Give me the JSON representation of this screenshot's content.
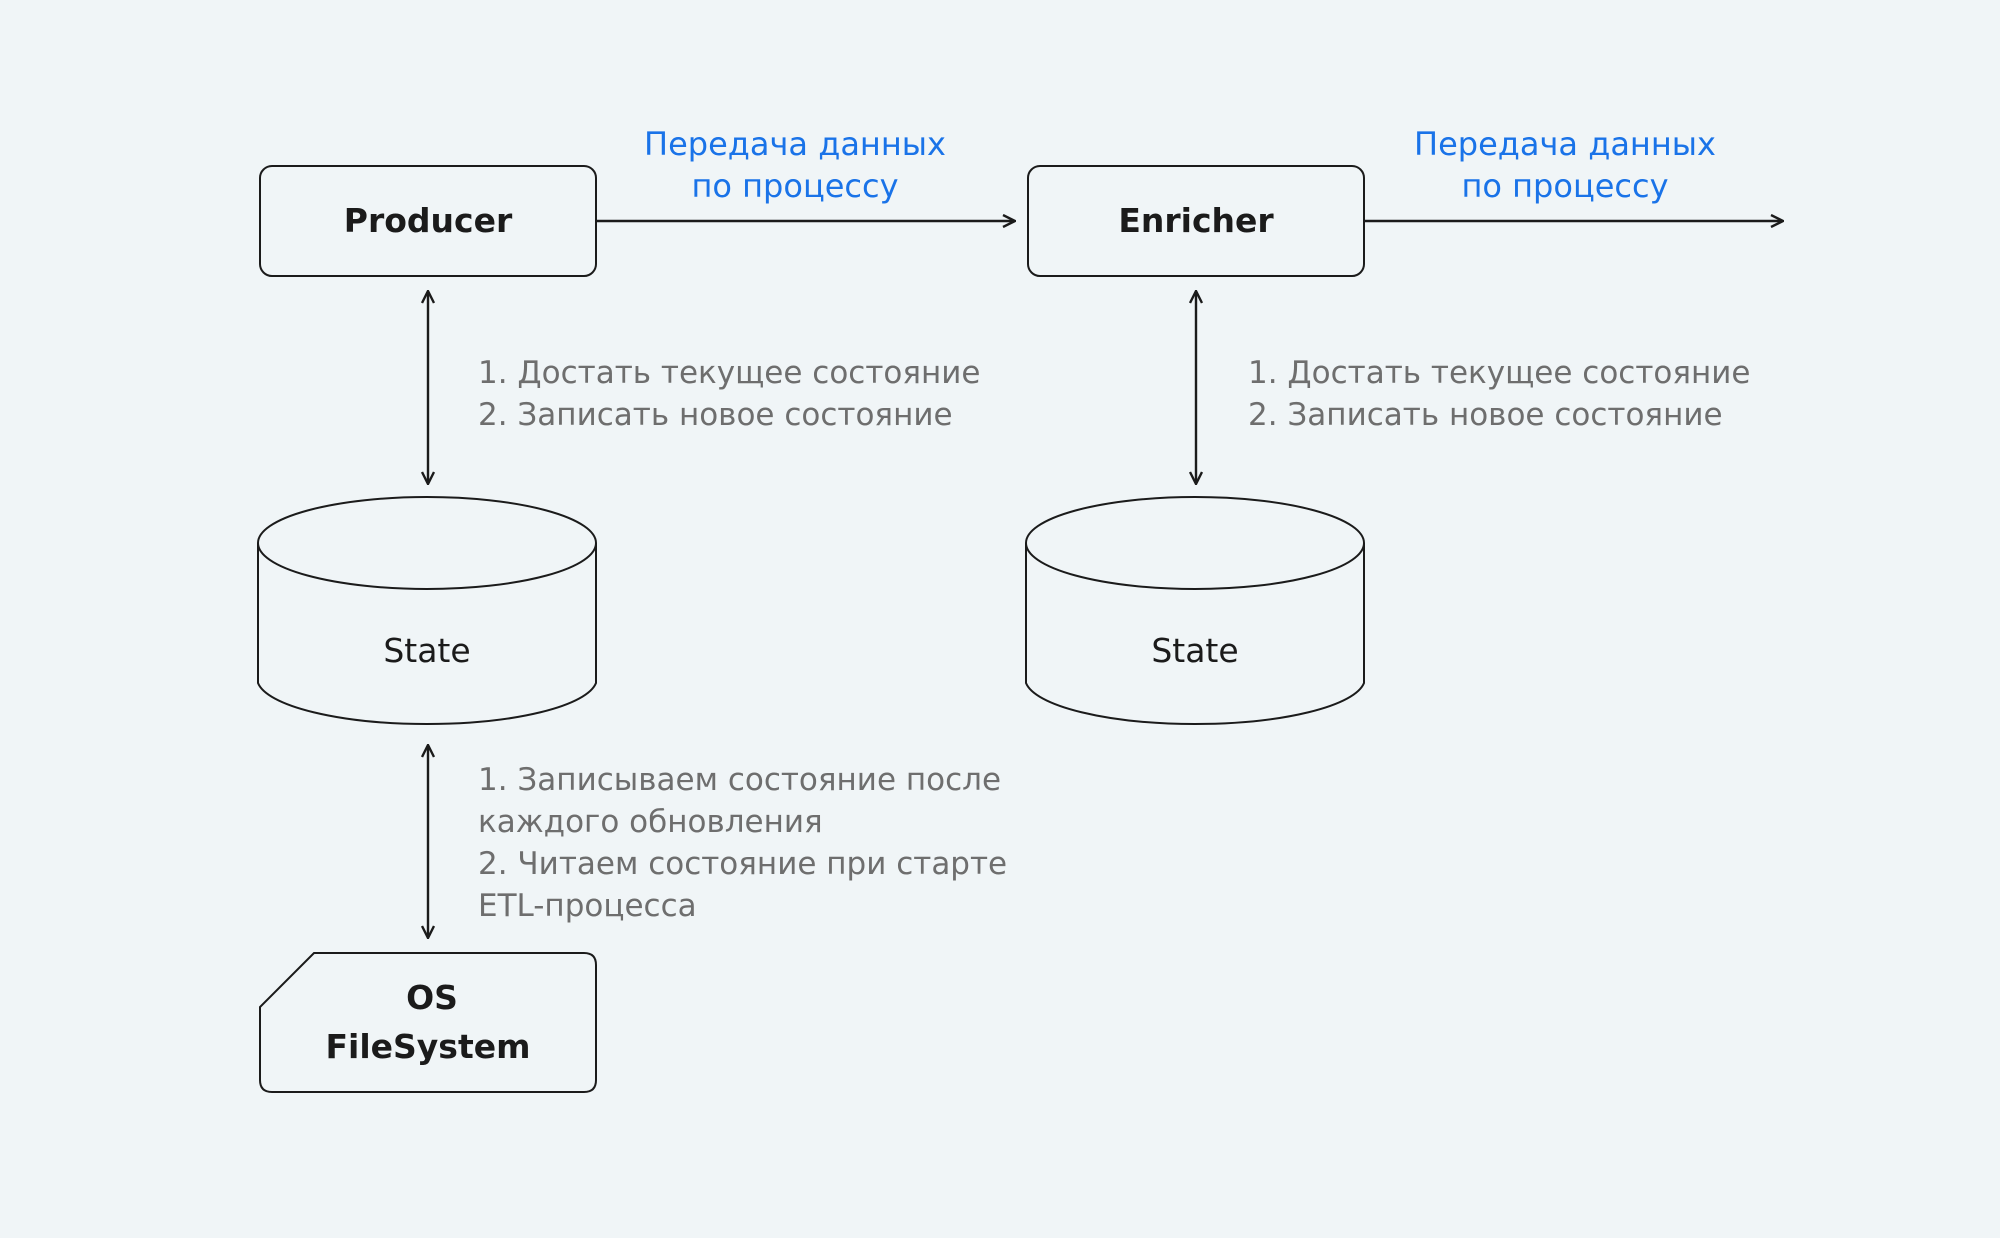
{
  "nodes": {
    "producer": "Producer",
    "enricher": "Enricher",
    "state_left": "State",
    "state_right": "State",
    "filesystem_line1": "OS",
    "filesystem_line2": "FileSystem"
  },
  "edges": {
    "producer_to_enricher": [
      "Передача данных",
      "по процессу"
    ],
    "enricher_out": [
      "Передача данных",
      "по процессу"
    ],
    "producer_state": [
      "1. Достать текущее состояние",
      "2. Записать новое состояние"
    ],
    "enricher_state": [
      "1. Достать текущее состояние",
      "2. Записать новое состояние"
    ],
    "state_filesystem": [
      "1. Записываем состояние после",
      "каждого обновления",
      "2. Читаем состояние при старте",
      "ETL-процесса"
    ]
  },
  "colors": {
    "background": "#f0f5f7",
    "stroke": "#1b1b1b",
    "flow_text": "#1a73e8",
    "note_text": "#6e6e6e"
  }
}
